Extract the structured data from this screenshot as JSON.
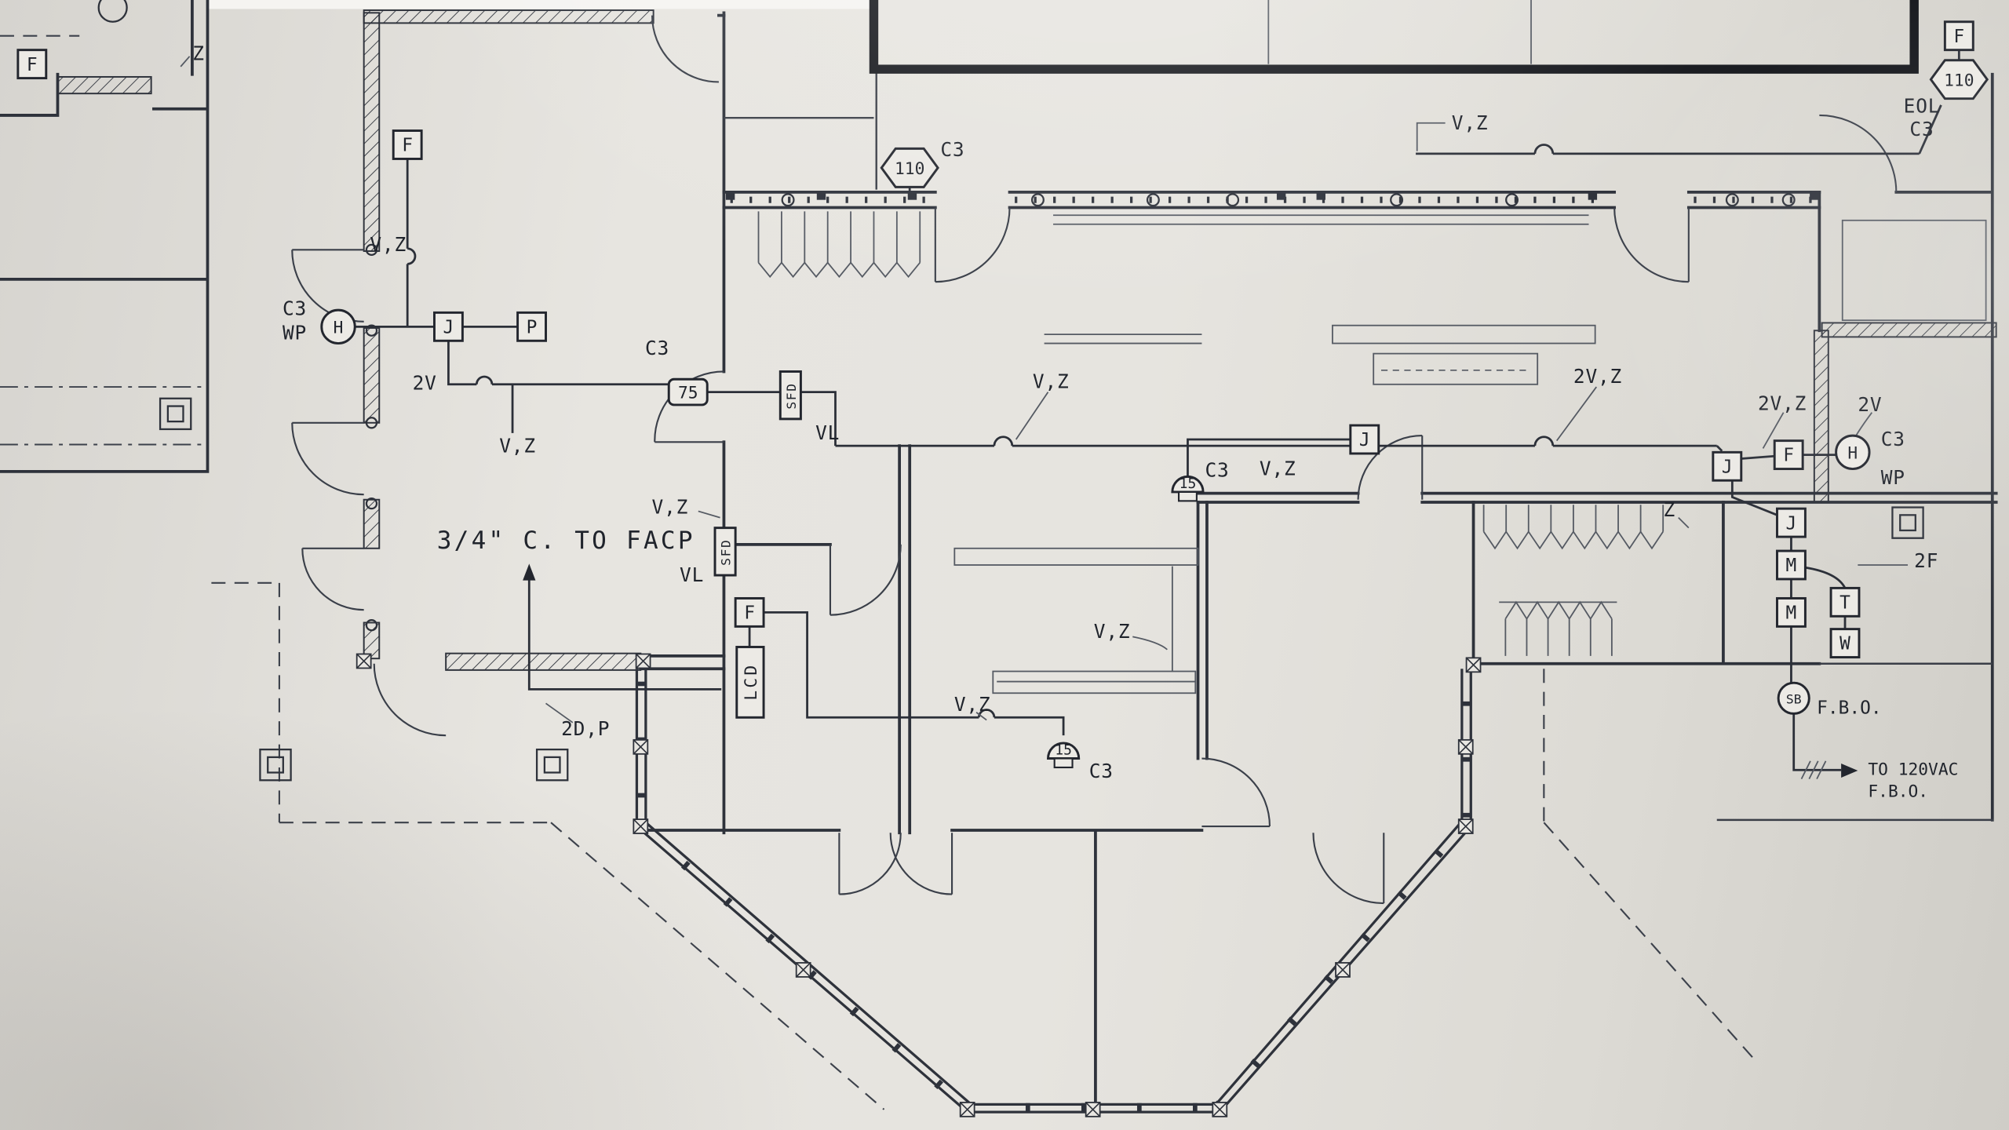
{
  "meta": {
    "title": "Fire alarm system floor plan (photographed blueprint sheet)"
  },
  "palette": {
    "paper": "#e6e4df",
    "paper_dark": "#cfcdc7",
    "ink": "#2e323b",
    "pool_ink": "#16181d"
  },
  "labels": {
    "f": "F",
    "h": "H",
    "j": "J",
    "p": "P",
    "m": "M",
    "t": "T",
    "w": "W",
    "sb": "SB",
    "z": "Z",
    "c3": "C3",
    "wp": "WP",
    "eol": "EOL",
    "vz": "V,Z",
    "v2": "2V",
    "v2z": "2V,Z",
    "cd110": "110",
    "cd75": "75",
    "cd15": "15",
    "sfd": "SFD",
    "vl": "VL",
    "lcd": "LCD",
    "facp_note": "3/4\" C. TO FACP",
    "d2p": "2D,P",
    "f2": "2F",
    "fbo": "F.B.O.",
    "to_120vac": "TO 120VAC",
    "fbo_2": "F.B.O."
  }
}
